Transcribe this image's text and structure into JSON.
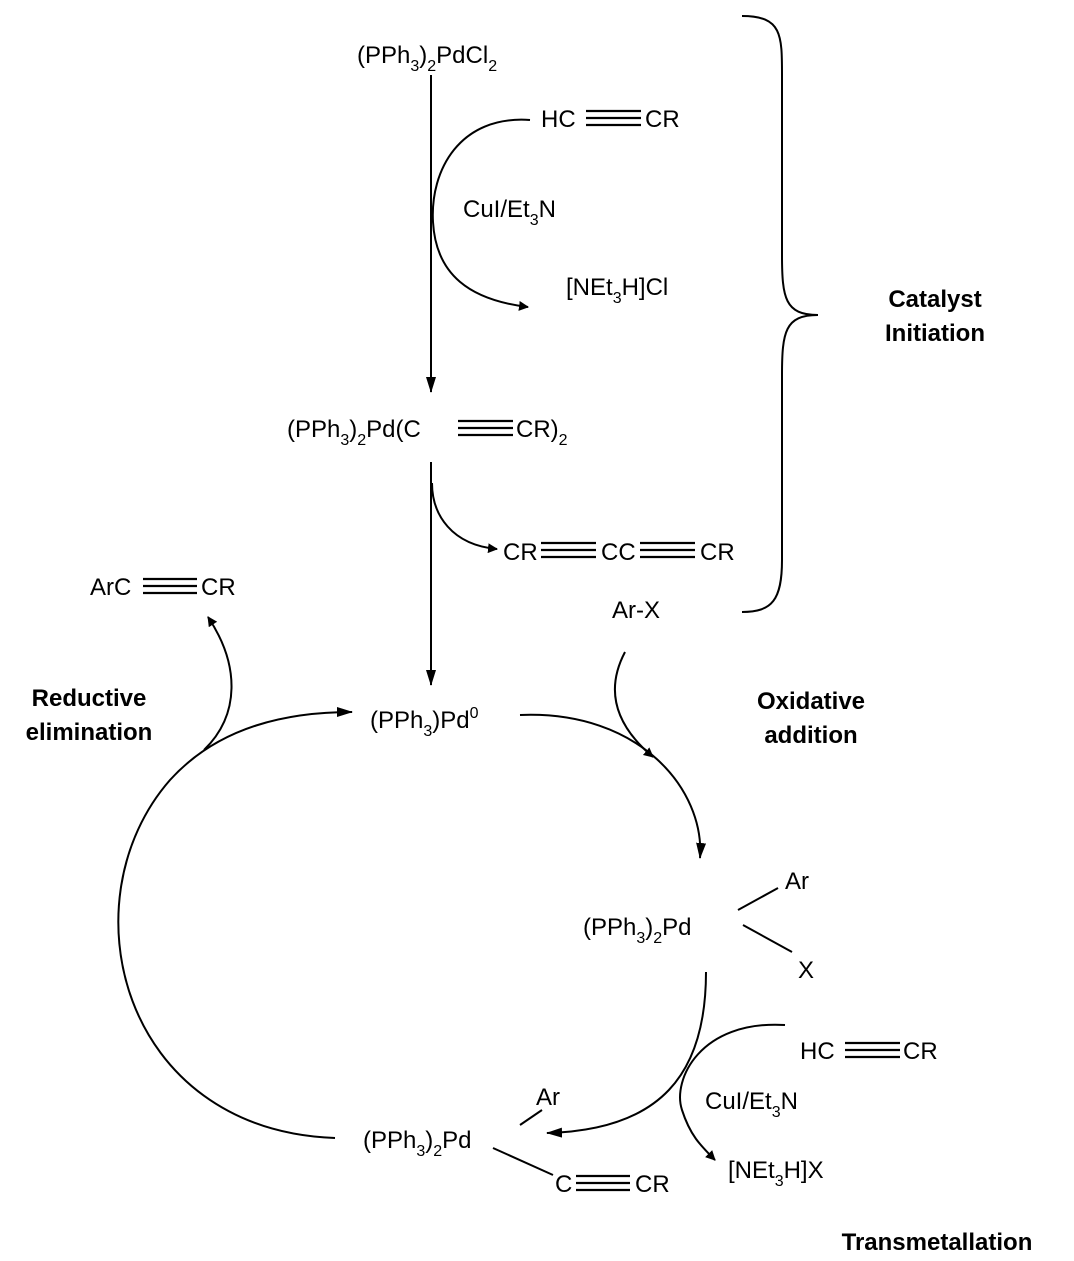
{
  "species": {
    "precatalyst": {
      "a": "(PPh",
      "s1": "3",
      "b": ")",
      "s2": "2",
      "c": "PdCl",
      "s3": "2"
    },
    "alkyne_top": {
      "left": "HC",
      "right": "CR"
    },
    "reagent_top": {
      "a": "CuI/Et",
      "s1": "3",
      "b": "N"
    },
    "salt_top": {
      "a": "[NEt",
      "s1": "3",
      "b": "H]Cl"
    },
    "bis_alkynyl": {
      "a": "(PPh",
      "s1": "3",
      "b": ")",
      "s2": "2",
      "c": "Pd(C",
      "d": "CR)",
      "s3": "2"
    },
    "diyne": {
      "a": "CR",
      "b": "CC",
      "c": "CR"
    },
    "aryl_halide": "Ar-X",
    "product": {
      "left": "ArC",
      "right": "CR"
    },
    "pd0": {
      "a": "(PPh",
      "s1": "3",
      "b": ")Pd",
      "sup": "0"
    },
    "oxidative_complex": {
      "a": "(PPh",
      "s1": "3",
      "b": ")",
      "s2": "2",
      "c": "Pd",
      "top": "Ar",
      "bottom": "X"
    },
    "alkyne_bottom": {
      "left": "HC",
      "right": "CR"
    },
    "reagent_bottom": {
      "a": "CuI/Et",
      "s1": "3",
      "b": "N"
    },
    "salt_bottom": {
      "a": "[NEt",
      "s1": "3",
      "b": "H]X"
    },
    "transmetal_complex": {
      "a": "(PPh",
      "s1": "3",
      "b": ")",
      "s2": "2",
      "c": "Pd",
      "top": "Ar",
      "alk_left": "C",
      "alk_right": "CR"
    }
  },
  "steps": {
    "catalyst_initiation": [
      "Catalyst",
      "Initiation"
    ],
    "reductive_elimination": [
      "Reductive",
      "elimination"
    ],
    "oxidative_addition": [
      "Oxidative",
      "addition"
    ],
    "transmetallation": "Transmetallation"
  }
}
